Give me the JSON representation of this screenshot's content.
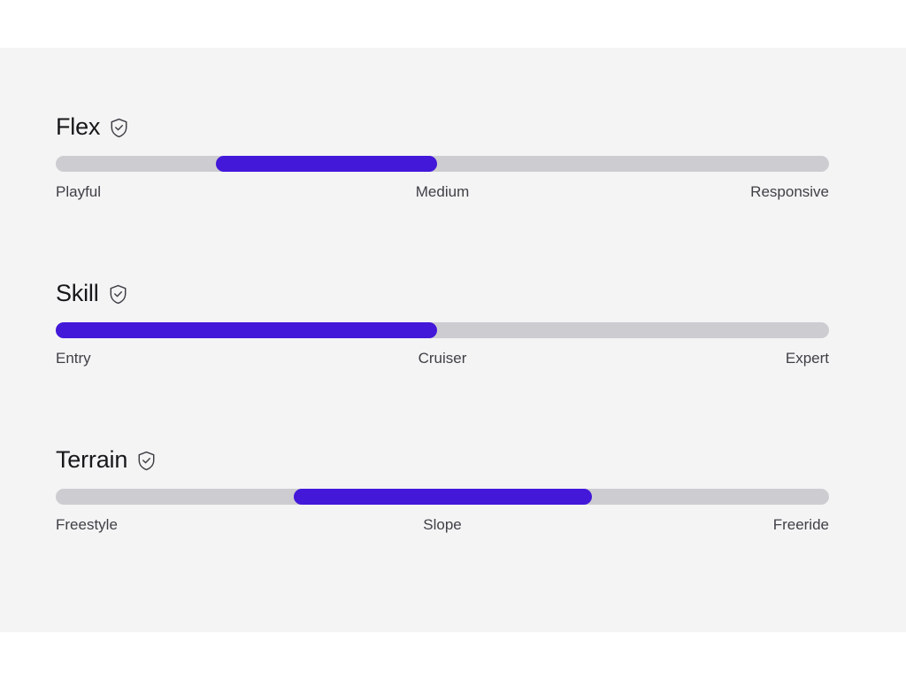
{
  "theme": {
    "page_background": "#ffffff",
    "panel_background": "#f4f4f5",
    "track_color": "#cdcdd1",
    "fill_color": "#4318d9",
    "title_color": "#18181b",
    "label_color": "#3f3f46"
  },
  "specs": [
    {
      "title": "Flex",
      "badge_icon": "shield-check-icon",
      "fill_start_pct": 20.7,
      "fill_end_pct": 49.3,
      "labels": {
        "start": "Playful",
        "middle": "Medium",
        "end": "Responsive"
      }
    },
    {
      "title": "Skill",
      "badge_icon": "shield-check-icon",
      "fill_start_pct": 0,
      "fill_end_pct": 49.3,
      "labels": {
        "start": "Entry",
        "middle": "Cruiser",
        "end": "Expert"
      }
    },
    {
      "title": "Terrain",
      "badge_icon": "shield-check-icon",
      "fill_start_pct": 30.8,
      "fill_end_pct": 69.3,
      "labels": {
        "start": "Freestyle",
        "middle": "Slope",
        "end": "Freeride"
      }
    }
  ]
}
